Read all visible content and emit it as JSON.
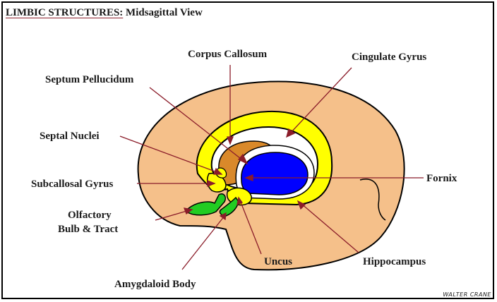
{
  "title": {
    "main": "LIMBIC STRUCTURES:",
    "sub": " Midsagittal View"
  },
  "labels": {
    "corpus_callosum": "Corpus Callosum",
    "cingulate_gyrus": "Cingulate Gyrus",
    "septum_pellucidum": "Septum Pellucidum",
    "septal_nuclei": "Septal Nuclei",
    "subcallosal_gyrus": "Subcallosal Gyrus",
    "fornix": "Fornix",
    "olfactory_line1": "Olfactory",
    "olfactory_line2": "Bulb & Tract",
    "uncus": "Uncus",
    "hippocampus": "Hippocampus",
    "amygdaloid_body": "Amygdaloid Body"
  },
  "signature": "WALTER CRANE",
  "colors": {
    "brain": "#f5c08a",
    "cingulate": "#ffff00",
    "callosum_inner": "#ffffff",
    "septum": "#d9892a",
    "ventricle": "#0000ff",
    "olfactory": "#22cc22",
    "leader": "#8b1d2a"
  }
}
